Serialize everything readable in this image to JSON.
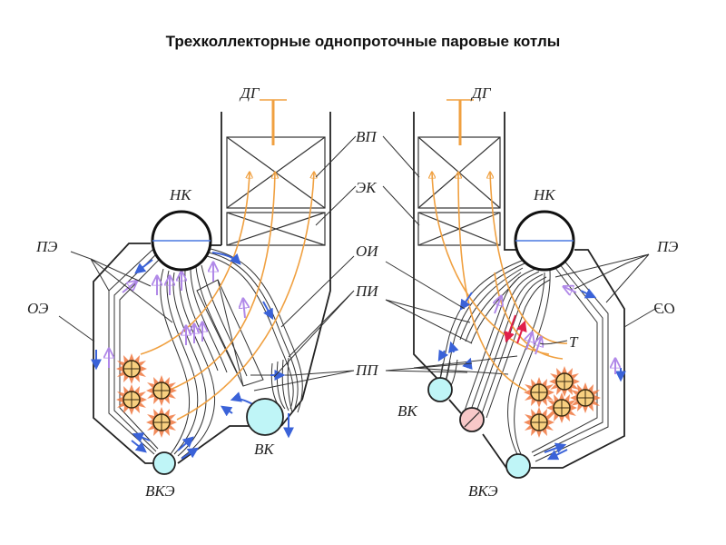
{
  "title": "Трехколлекторные однопроточные паровые котлы",
  "colors": {
    "flue_gas": "#f0a040",
    "water_flow": "#3a62d8",
    "steam_flow": "#b088e8",
    "superheated_flow": "#e0204a",
    "lower_collector": "#bff5f7",
    "lower_collector_red": "#f8c8c8",
    "burner_flame": "#f07840",
    "burner_core": "#f8d080"
  },
  "left_boiler": {
    "labels": {
      "flue_gas": "ДГ",
      "upper_collector": "НК",
      "superheater_screen": "ПЭ",
      "side_screen": "ОЭ",
      "lower_collector": "ВК",
      "screen_collector": "ВКЭ"
    }
  },
  "right_boiler": {
    "labels": {
      "flue_gas": "ДГ",
      "upper_collector": "НК",
      "superheater_screen": "ПЭ",
      "side_screen": "ОЭ",
      "lower_collector": "ВК",
      "screen_collector": "ВКЭ",
      "thermal": "Т"
    }
  },
  "center_labels": {
    "air_heater": "ВП",
    "economizer": "ЭК",
    "evaporative_surface": "ОИ",
    "superheater_radiant": "ПИ",
    "superheater": "ПП"
  }
}
